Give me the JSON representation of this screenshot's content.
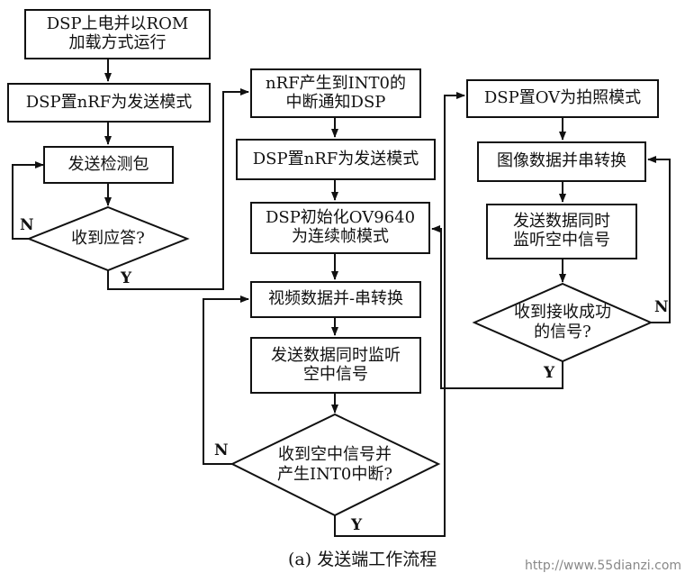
{
  "flowchart": {
    "col1": {
      "step1": "DSP上电并以ROM\n加载方式运行",
      "step2": "DSP置nRF为发送模式",
      "step3": "发送检测包",
      "decision": "收到应答?",
      "no": "N",
      "yes": "Y"
    },
    "col2": {
      "step1": "nRF产生到INT0的\n中断通知DSP",
      "step2": "DSP置nRF为发送模式",
      "step3": "DSP初始化OV9640\n为连续帧模式",
      "step4": "视频数据并-串转换",
      "step5": "发送数据同时监听\n空中信号",
      "decision": "收到空中信号并\n产生INT0中断?",
      "no": "N",
      "yes": "Y"
    },
    "col3": {
      "step1": "DSP置OV为拍照模式",
      "step2": "图像数据并串转换",
      "step3": "发送数据同时\n监听空中信号",
      "decision": "收到接收成功\n的信号?",
      "no": "N",
      "yes": "Y"
    }
  },
  "caption": "(a) 发送端工作流程",
  "watermark": "http://www.55dianzi.com"
}
